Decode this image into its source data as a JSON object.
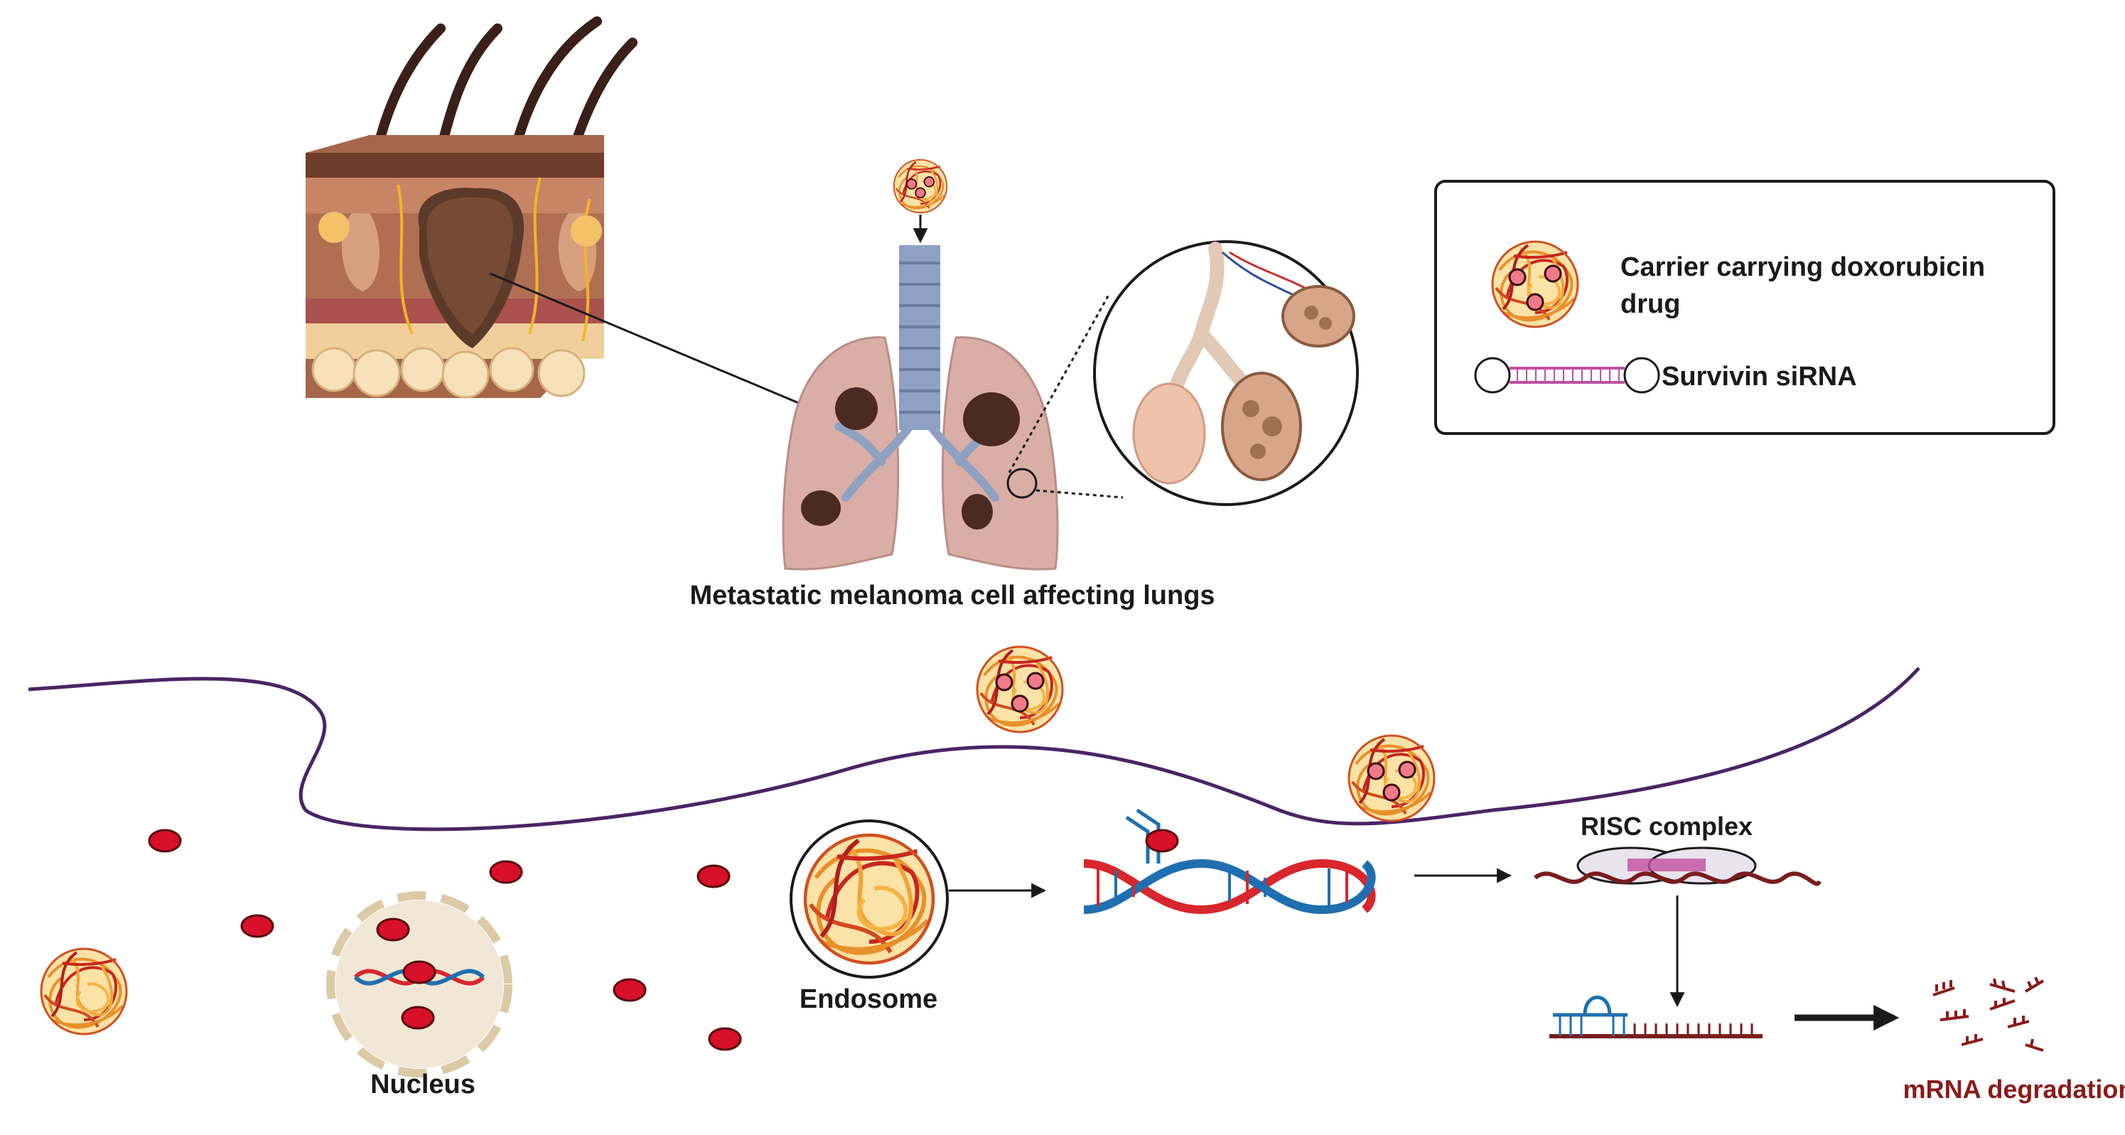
{
  "labels": {
    "lung_caption": "Metastatic melanoma cell affecting lungs",
    "legend_carrier_line1": "Carrier carrying doxorubicin",
    "legend_carrier_line2": "drug",
    "legend_sirna": "Survivin siRNA",
    "nucleus": "Nucleus",
    "endosome": "Endosome",
    "risc": "RISC complex",
    "mrna_degradation": "mRNA degradation"
  },
  "colors": {
    "membrane": "#4a2466",
    "carrier_orange": "#f2a33a",
    "carrier_red": "#c8261f",
    "drug_dot": "#d8102a",
    "dna_red": "#d8262c",
    "dna_blue": "#1f6fb0",
    "mrna": "#7a1c1c",
    "sirna": "#c04fa0",
    "degradation_text": "#8b1a1a",
    "lung": "#d9aea6",
    "tumor": "#4a2a22"
  },
  "icons": [
    "skin-tumor-icon",
    "lungs-icon",
    "alveoli-zoom-icon",
    "carrier-nanoparticle-icon",
    "sirna-icon",
    "dna-icon",
    "risc-complex-icon",
    "mrna-fragment-icon"
  ]
}
